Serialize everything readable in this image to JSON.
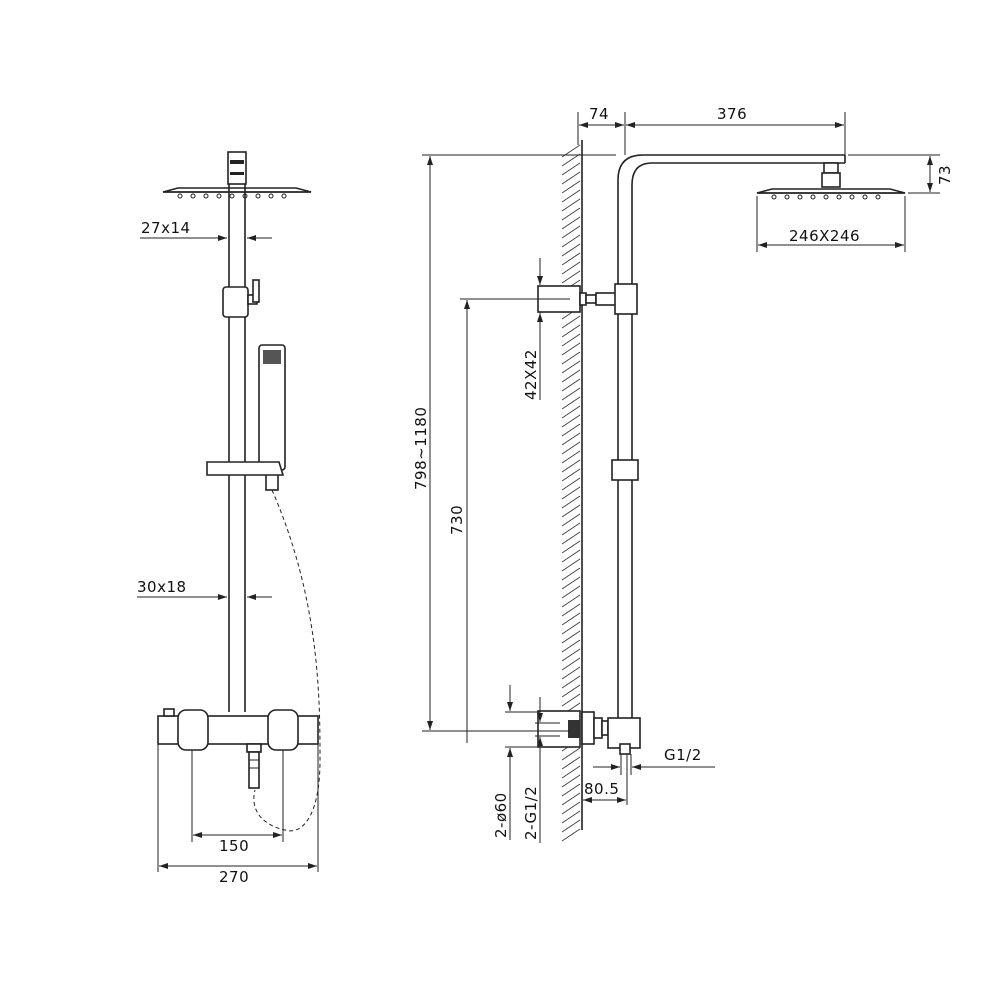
{
  "front_view": {
    "dims": {
      "rail_top": "27x14",
      "rail_bottom": "30x18",
      "inlet_spacing": "150",
      "mixer_width": "270"
    }
  },
  "side_view": {
    "dims": {
      "wall_offset": "74",
      "arm_length": "376",
      "head_height": "73",
      "head_size": "246X246",
      "height_range": "798~1180",
      "bracket_spacing": "730",
      "bracket_size": "42X42",
      "outlet_thread": "G1/2",
      "outlet_offset": "80.5",
      "cover_diameter": "2-ø60",
      "inlet_thread": "2-G1/2"
    }
  },
  "colors": {
    "line": "#222222",
    "background": "#ffffff"
  }
}
